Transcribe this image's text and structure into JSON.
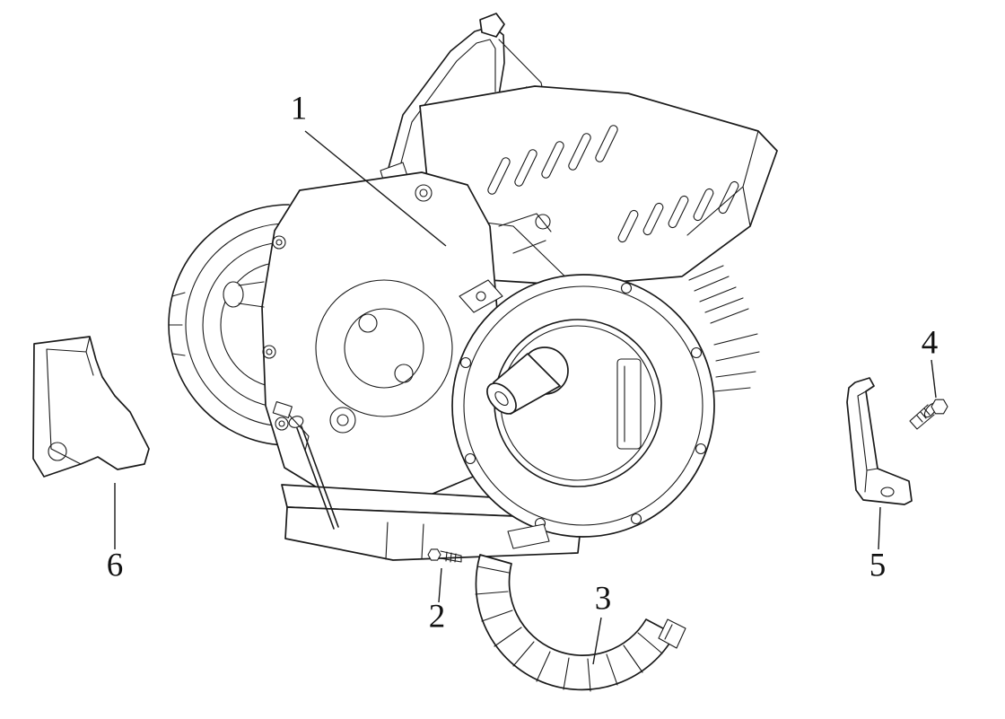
{
  "diagram": {
    "background_color": "#ffffff",
    "line_color": "#1a1a1a",
    "callouts": [
      {
        "label": "1"
      },
      {
        "label": "2"
      },
      {
        "label": "3"
      },
      {
        "label": "4"
      },
      {
        "label": "5"
      },
      {
        "label": "6"
      }
    ]
  }
}
